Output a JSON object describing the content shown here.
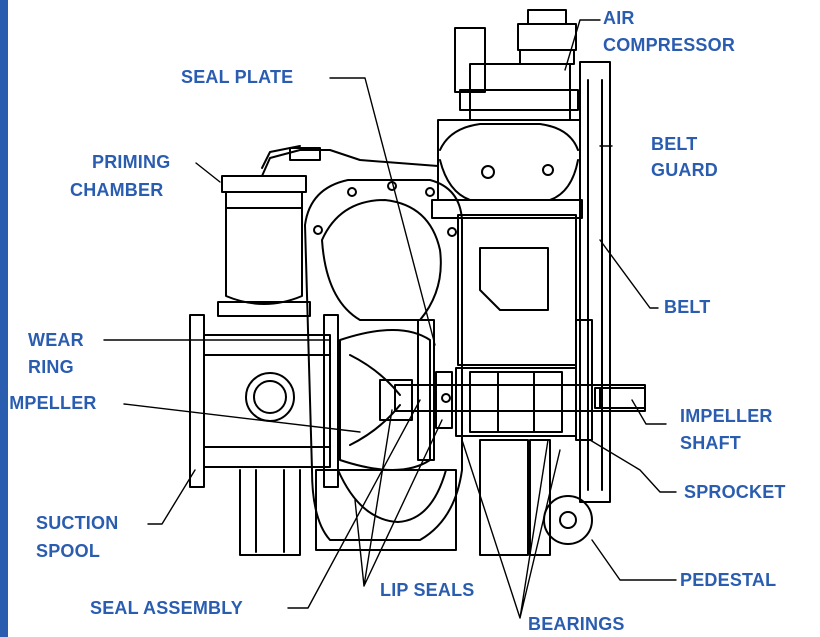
{
  "colors": {
    "label": "#2a5db0",
    "line": "#000000",
    "sidebar": "#2a5db0"
  },
  "labels": {
    "air_compressor_1": "AIR",
    "air_compressor_2": "COMPRESSOR",
    "seal_plate": "SEAL PLATE",
    "priming_chamber_1": "PRIMING",
    "priming_chamber_2": "CHAMBER",
    "belt_guard_1": "BELT",
    "belt_guard_2": "GUARD",
    "belt": "BELT",
    "wear_ring_1": "WEAR",
    "wear_ring_2": "RING",
    "impeller": "IMPELLER",
    "impeller_shaft_1": "IMPELLER",
    "impeller_shaft_2": "SHAFT",
    "sprocket": "SPROCKET",
    "suction_spool_1": "SUCTION",
    "suction_spool_2": "SPOOL",
    "pedestal": "PEDESTAL",
    "lip_seals": "LIP SEALS",
    "seal_assembly": "SEAL ASSEMBLY",
    "bearings": "BEARINGS"
  }
}
